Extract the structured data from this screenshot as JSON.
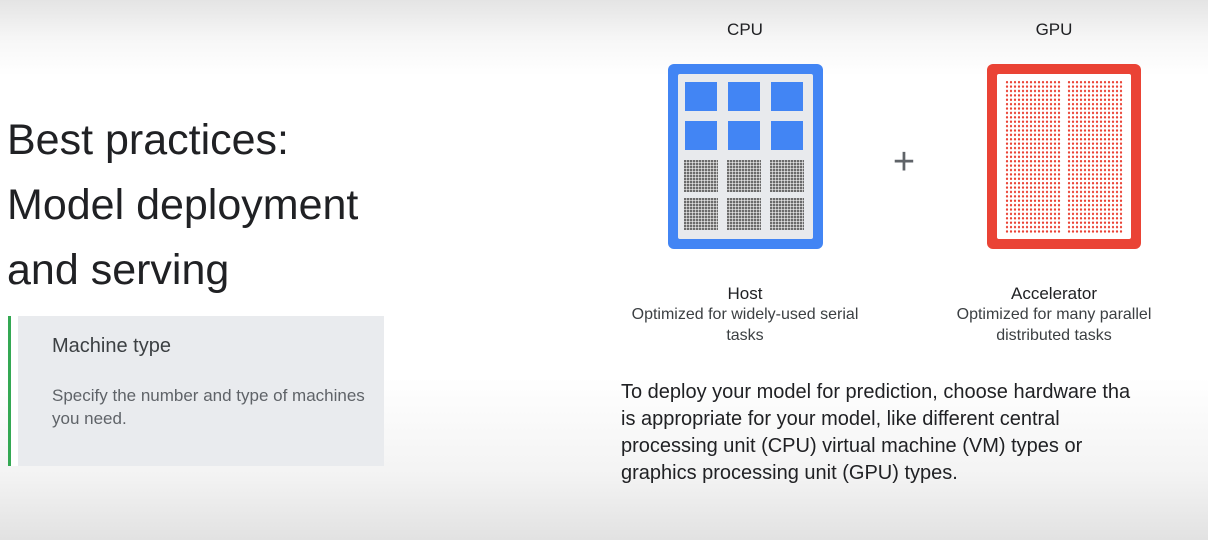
{
  "slide": {
    "title_lines": [
      "Best practices:",
      "Model deployment",
      "and serving"
    ]
  },
  "card": {
    "title": "Machine type",
    "body": "Specify the number and type of machines you need.",
    "accent_color": "#34a853"
  },
  "cpu": {
    "heading": "CPU",
    "caption_title": "Host",
    "caption_body": "Optimized for widely-used serial tasks",
    "color": "#4285f4"
  },
  "gpu": {
    "heading": "GPU",
    "caption_title": "Accelerator",
    "caption_body": "Optimized for many parallel distributed tasks",
    "color": "#ea4335"
  },
  "plus_symbol": "+",
  "description_lines": [
    "To deploy your model for prediction, choose hardware tha",
    "is appropriate for your model, like different central",
    "processing unit (CPU) virtual machine (VM) types or",
    "graphics processing unit (GPU) types."
  ]
}
